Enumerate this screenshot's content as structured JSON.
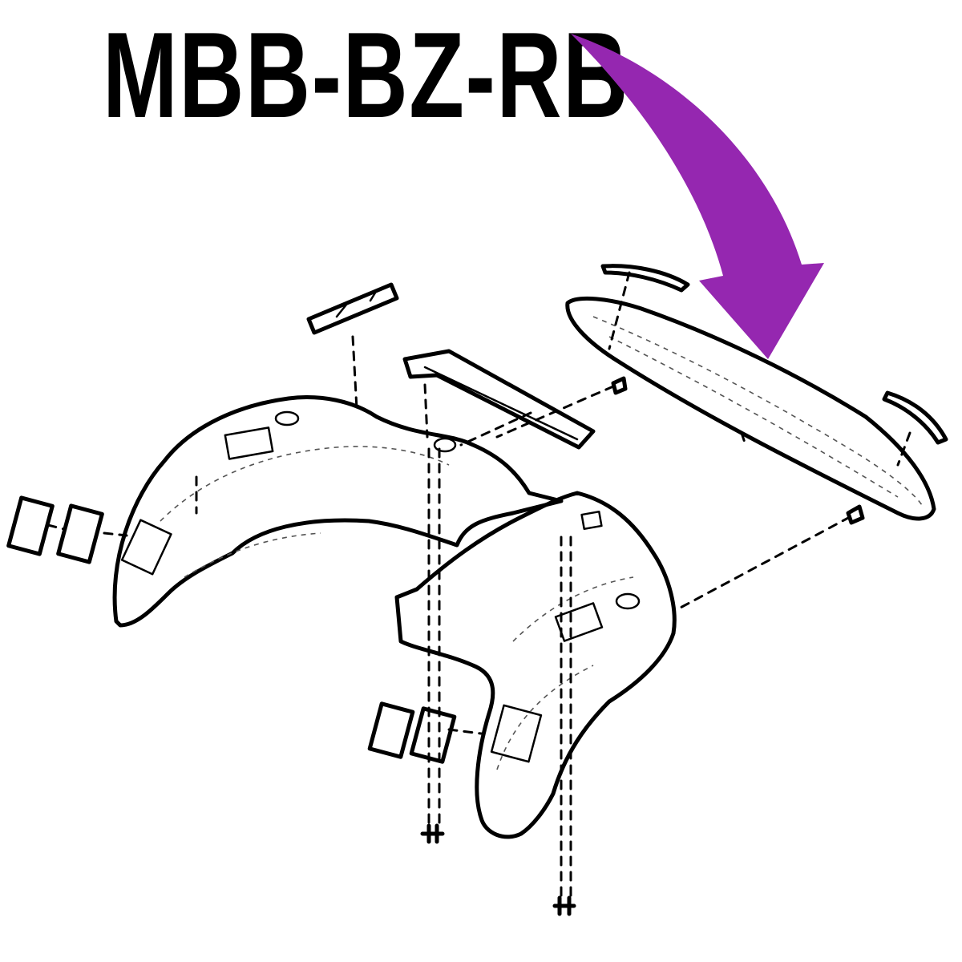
{
  "label": {
    "part_number": "MBB-BZ-RB"
  },
  "colors": {
    "arrow": "#9527b0",
    "ink": "#000000",
    "background": "#ffffff"
  },
  "diagram": {
    "type": "exploded-parts-diagram",
    "highlighted_part": "rear-rack-bar",
    "icons": [
      "curved-arrow-icon",
      "bolt-icon",
      "pad-icon"
    ]
  }
}
